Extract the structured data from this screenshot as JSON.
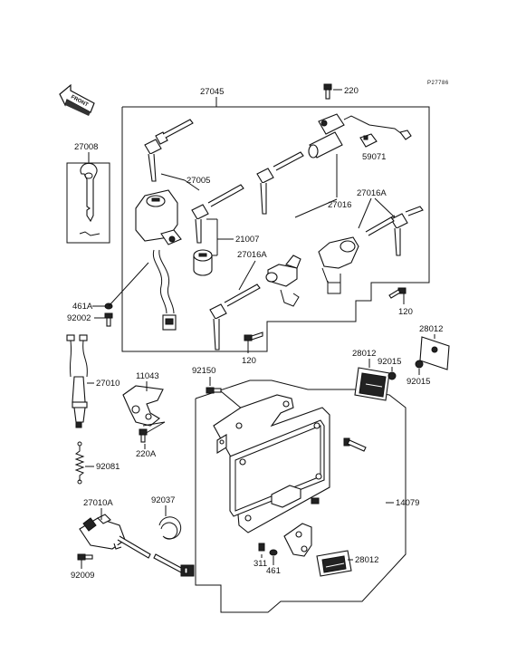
{
  "diagram_code": "P27786",
  "front_label": "FRONT",
  "parts": {
    "p27045": "27045",
    "p220": "220",
    "p27008": "27008",
    "p27005": "27005",
    "p59071": "59071",
    "p21007": "21007",
    "p27016": "27016",
    "p27016a_right": "27016A",
    "p27016a_mid": "27016A",
    "p461a": "461A",
    "p92002": "92002",
    "p120_left": "120",
    "p120_right": "120",
    "p27010": "27010",
    "p11043": "11043",
    "p92150": "92150",
    "p28012_top": "28012",
    "p28012_mid": "28012",
    "p92015_left": "92015",
    "p92015_right": "92015",
    "p220a": "220A",
    "p92081": "92081",
    "p27010a": "27010A",
    "p92037": "92037",
    "p14079": "14079",
    "p311": "311",
    "p461": "461",
    "p28012_bottom": "28012",
    "p92009": "92009"
  }
}
